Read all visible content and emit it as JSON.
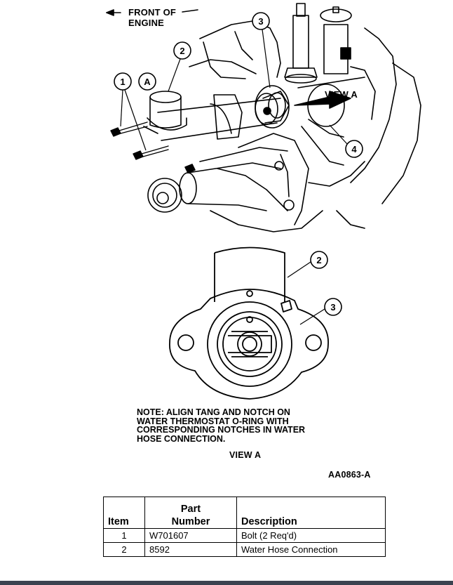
{
  "direction": {
    "line1": "FRONT OF",
    "line2": "ENGINE"
  },
  "callouts": [
    "1",
    "2",
    "3",
    "4"
  ],
  "view_marker": "A",
  "view_label": "VIEW A",
  "note": {
    "lines": [
      "NOTE: ALIGN TANG AND NOTCH ON",
      "WATER THERMOSTAT O-RING WITH",
      "CORRESPONDING NOTCHES IN WATER",
      "HOSE CONNECTION."
    ]
  },
  "view_caption": "VIEW A",
  "figure_id": "AA0863-A",
  "table": {
    "headers": {
      "item": "Item",
      "part_line1": "Part",
      "part_line2": "Number",
      "description": "Description"
    },
    "rows": [
      {
        "item": "1",
        "part": "W701607",
        "description": "Bolt (2 Req'd)"
      },
      {
        "item": "2",
        "part": "8592",
        "description": "Water Hose Connection"
      }
    ]
  },
  "colors": {
    "ink": "#000000",
    "paper": "#ffffff",
    "bar": "#3b4350"
  }
}
